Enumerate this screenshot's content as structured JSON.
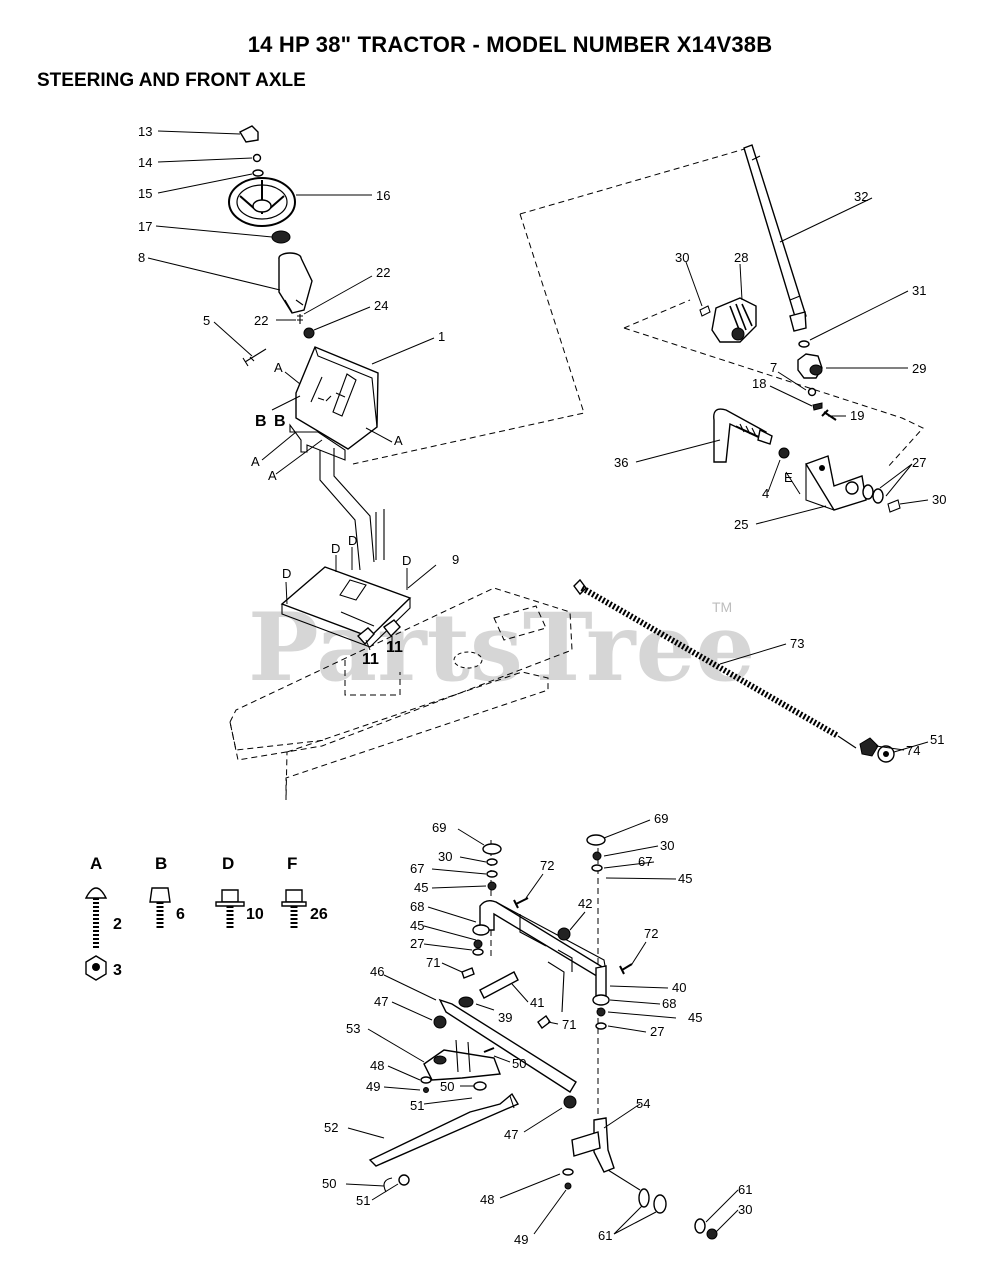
{
  "title": "14 HP 38\" TRACTOR - MODEL NUMBER X14V38B",
  "subtitle": "STEERING AND FRONT AXLE",
  "watermark": {
    "text": "PartsTree",
    "trademark": "TM"
  },
  "hardware_key": [
    {
      "letter": "A",
      "part": "2"
    },
    {
      "letter": "B",
      "part": "6"
    },
    {
      "letter": "D",
      "part": "10"
    },
    {
      "letter": "F",
      "part": "26"
    },
    {
      "letter": "",
      "part": "3"
    }
  ],
  "callouts": [
    {
      "id": "c13",
      "text": "13"
    },
    {
      "id": "c14",
      "text": "14"
    },
    {
      "id": "c15",
      "text": "15"
    },
    {
      "id": "c16",
      "text": "16"
    },
    {
      "id": "c17",
      "text": "17"
    },
    {
      "id": "c8",
      "text": "8"
    },
    {
      "id": "c22a",
      "text": "22"
    },
    {
      "id": "c22b",
      "text": "22"
    },
    {
      "id": "c24",
      "text": "24"
    },
    {
      "id": "c5",
      "text": "5"
    },
    {
      "id": "c1",
      "text": "1"
    },
    {
      "id": "cA1",
      "text": "A"
    },
    {
      "id": "cB1",
      "text": "B"
    },
    {
      "id": "cB2",
      "text": "B"
    },
    {
      "id": "cA2",
      "text": "A"
    },
    {
      "id": "cA3",
      "text": "A"
    },
    {
      "id": "cA4",
      "text": "A"
    },
    {
      "id": "cD1",
      "text": "D"
    },
    {
      "id": "cD2",
      "text": "D"
    },
    {
      "id": "cD3",
      "text": "D"
    },
    {
      "id": "cD4",
      "text": "D"
    },
    {
      "id": "c9",
      "text": "9"
    },
    {
      "id": "c11a",
      "text": "11"
    },
    {
      "id": "c11b",
      "text": "11"
    },
    {
      "id": "c32",
      "text": "32"
    },
    {
      "id": "c30a",
      "text": "30"
    },
    {
      "id": "c28",
      "text": "28"
    },
    {
      "id": "c31",
      "text": "31"
    },
    {
      "id": "c7",
      "text": "7"
    },
    {
      "id": "c29",
      "text": "29"
    },
    {
      "id": "c18",
      "text": "18"
    },
    {
      "id": "c19",
      "text": "19"
    },
    {
      "id": "c36",
      "text": "36"
    },
    {
      "id": "c4",
      "text": "4"
    },
    {
      "id": "cE",
      "text": "E"
    },
    {
      "id": "c27a",
      "text": "27"
    },
    {
      "id": "c30b",
      "text": "30"
    },
    {
      "id": "c25",
      "text": "25"
    },
    {
      "id": "c73",
      "text": "73"
    },
    {
      "id": "c74",
      "text": "74"
    },
    {
      "id": "c51a",
      "text": "51"
    },
    {
      "id": "c69a",
      "text": "69"
    },
    {
      "id": "c30c",
      "text": "30"
    },
    {
      "id": "c67a",
      "text": "67"
    },
    {
      "id": "c45a",
      "text": "45"
    },
    {
      "id": "c68a",
      "text": "68"
    },
    {
      "id": "c45b",
      "text": "45"
    },
    {
      "id": "c27b",
      "text": "27"
    },
    {
      "id": "c71a",
      "text": "71"
    },
    {
      "id": "c72a",
      "text": "72"
    },
    {
      "id": "c42",
      "text": "42"
    },
    {
      "id": "c69b",
      "text": "69"
    },
    {
      "id": "c30d",
      "text": "30"
    },
    {
      "id": "c67b",
      "text": "67"
    },
    {
      "id": "c45c",
      "text": "45"
    },
    {
      "id": "c72b",
      "text": "72"
    },
    {
      "id": "c40",
      "text": "40"
    },
    {
      "id": "c68b",
      "text": "68"
    },
    {
      "id": "c45d",
      "text": "45"
    },
    {
      "id": "c27c",
      "text": "27"
    },
    {
      "id": "c46",
      "text": "46"
    },
    {
      "id": "c47a",
      "text": "47"
    },
    {
      "id": "c39",
      "text": "39"
    },
    {
      "id": "c41",
      "text": "41"
    },
    {
      "id": "c71b",
      "text": "71"
    },
    {
      "id": "c53",
      "text": "53"
    },
    {
      "id": "c50a",
      "text": "50"
    },
    {
      "id": "c48a",
      "text": "48"
    },
    {
      "id": "c49a",
      "text": "49"
    },
    {
      "id": "c50b",
      "text": "50"
    },
    {
      "id": "c51b",
      "text": "51"
    },
    {
      "id": "c52",
      "text": "52"
    },
    {
      "id": "c47b",
      "text": "47"
    },
    {
      "id": "c54",
      "text": "54"
    },
    {
      "id": "c50c",
      "text": "50"
    },
    {
      "id": "c51c",
      "text": "51"
    },
    {
      "id": "c48b",
      "text": "48"
    },
    {
      "id": "c49b",
      "text": "49"
    },
    {
      "id": "c61a",
      "text": "61"
    },
    {
      "id": "c61b",
      "text": "61"
    },
    {
      "id": "c30e",
      "text": "30"
    }
  ]
}
